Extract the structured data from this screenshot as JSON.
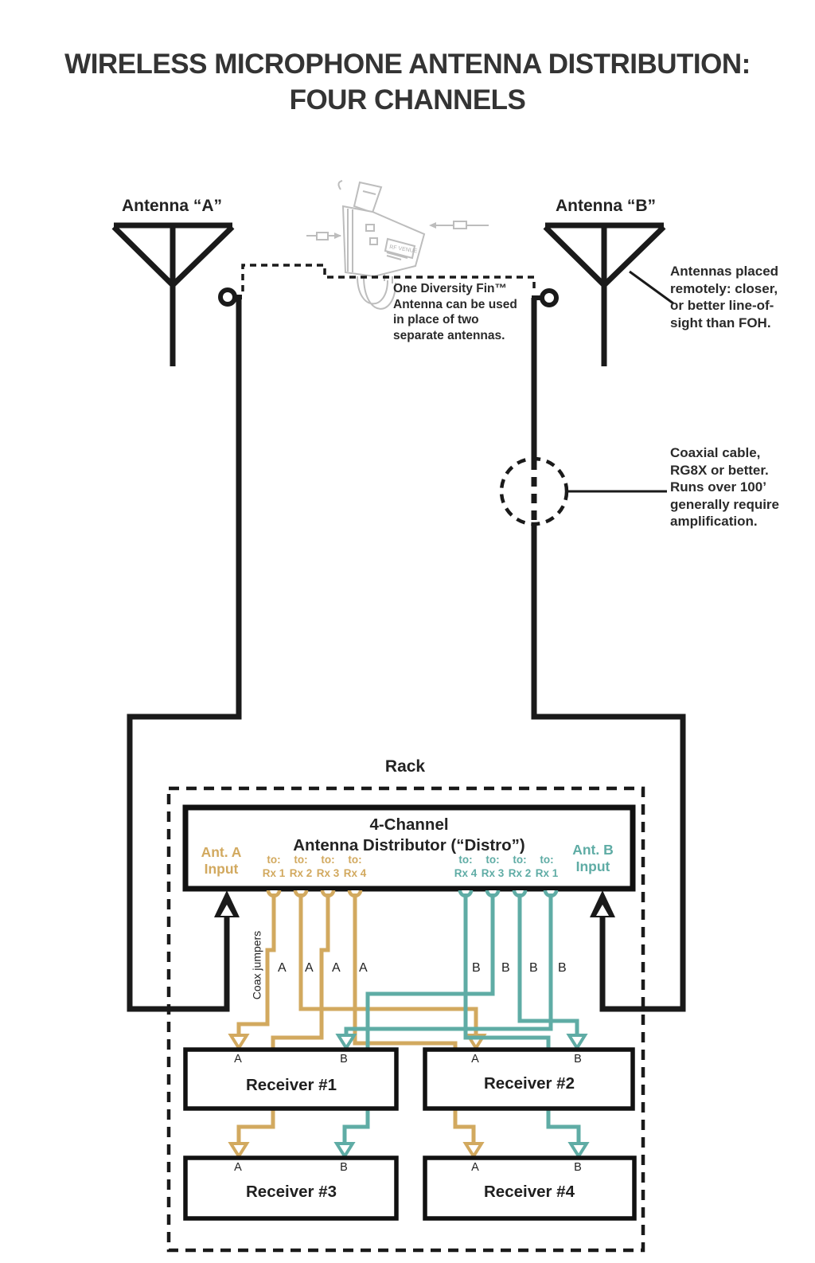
{
  "title": {
    "line1": "WIRELESS MICROPHONE ANTENNA DISTRIBUTION:",
    "line2": "FOUR CHANNELS"
  },
  "antennas": {
    "a_label": "Antenna “A”",
    "b_label": "Antenna “B”"
  },
  "notes": {
    "fin": "One Diversity Fin™\nAntenna can be used\nin place of two\nseparate antennas.",
    "placement": "Antennas placed\nremotely: closer,\nor better line-of-\nsight than FOH.",
    "coax": "Coaxial cable,\nRG8X or better.\nRuns over 100’\ngenerally require\namplification."
  },
  "rack": {
    "label": "Rack"
  },
  "distro": {
    "title": "4-Channel\nAntenna Distributor (“Distro”)",
    "ant_a_input": "Ant. A\nInput",
    "ant_b_input": "Ant. B\nInput",
    "ports_a": [
      {
        "label": "to:\nRx 1"
      },
      {
        "label": "to:\nRx 2"
      },
      {
        "label": "to:\nRx 3"
      },
      {
        "label": "to:\nRx 4"
      }
    ],
    "ports_b": [
      {
        "label": "to:\nRx 4"
      },
      {
        "label": "to:\nRx 3"
      },
      {
        "label": "to:\nRx 2"
      },
      {
        "label": "to:\nRx 1"
      }
    ]
  },
  "jumpers": {
    "label": "Coax jumpers",
    "a_letters": [
      "A",
      "A",
      "A",
      "A"
    ],
    "b_letters": [
      "B",
      "B",
      "B",
      "B"
    ]
  },
  "receivers": [
    {
      "name": "Receiver #1",
      "a": "A",
      "b": "B"
    },
    {
      "name": "Receiver #2",
      "a": "A",
      "b": "B"
    },
    {
      "name": "Receiver #3",
      "a": "A",
      "b": "B"
    },
    {
      "name": "Receiver #4",
      "a": "A",
      "b": "B"
    }
  ],
  "colors": {
    "cable_a_yellow": "#D2A95F",
    "cable_b_teal": "#5FACA5",
    "line_black": "#1A1A1A"
  }
}
